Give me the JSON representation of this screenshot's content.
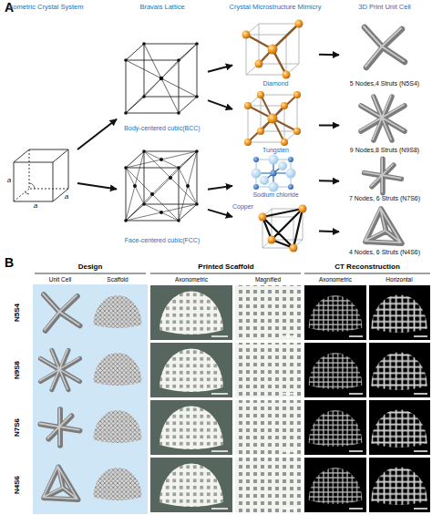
{
  "diagram": {
    "nodes": [
      {
        "text": [
          "a",
          "a",
          "a"
        ]
      },
      {
        "text": [
          "Body-centered cubic(BCC)"
        ]
      },
      {
        "text": [
          "Face-centered cubic(FCC)"
        ]
      },
      {
        "text": [
          "Diamond"
        ]
      },
      {
        "text": [
          "Tungsten"
        ]
      },
      {
        "text": [
          "Sodium chloride"
        ]
      },
      {
        "text": [
          "Copper"
        ]
      },
      {
        "text": [
          "5 Nodes,4 Struts (N5S4)"
        ]
      },
      {
        "text": [
          "9 Nodes,8 Struts (N9S8)"
        ]
      },
      {
        "text": [
          "7 Nodes, 6 Struts (N7S6)"
        ]
      },
      {
        "text": [
          "4 Nodes, 6 Struts (N4S6)"
        ]
      }
    ],
    "edges": [
      {
        "from": 0,
        "to": 1,
        "arrow": "to"
      },
      {
        "from": 0,
        "to": 2,
        "arrow": "to"
      },
      {
        "from": 1,
        "to": 3,
        "arrow": "to"
      },
      {
        "from": 1,
        "to": 4,
        "arrow": "to"
      },
      {
        "from": 2,
        "to": 5,
        "arrow": "to"
      },
      {
        "from": 2,
        "to": 6,
        "arrow": "to"
      },
      {
        "from": 3,
        "to": 7,
        "arrow": "to"
      },
      {
        "from": 4,
        "to": 8,
        "arrow": "to"
      },
      {
        "from": 5,
        "to": 9,
        "arrow": "to"
      },
      {
        "from": 6,
        "to": 10,
        "arrow": "to"
      }
    ],
    "labels": [
      "A",
      "Isometric Crystal System",
      "Bravais Lattice",
      "Crystal Microstructure Mimicry",
      "3D Print Unit Cell",
      "B",
      "Design",
      "Printed Scaffold",
      "CT Reconstruction",
      "Unit Cell",
      "Scaffold",
      "Axonometric",
      "Magnified",
      "Axonometric",
      "Horizontal",
      "N5S4",
      "N9S8",
      "N7S6",
      "N4S6"
    ]
  }
}
